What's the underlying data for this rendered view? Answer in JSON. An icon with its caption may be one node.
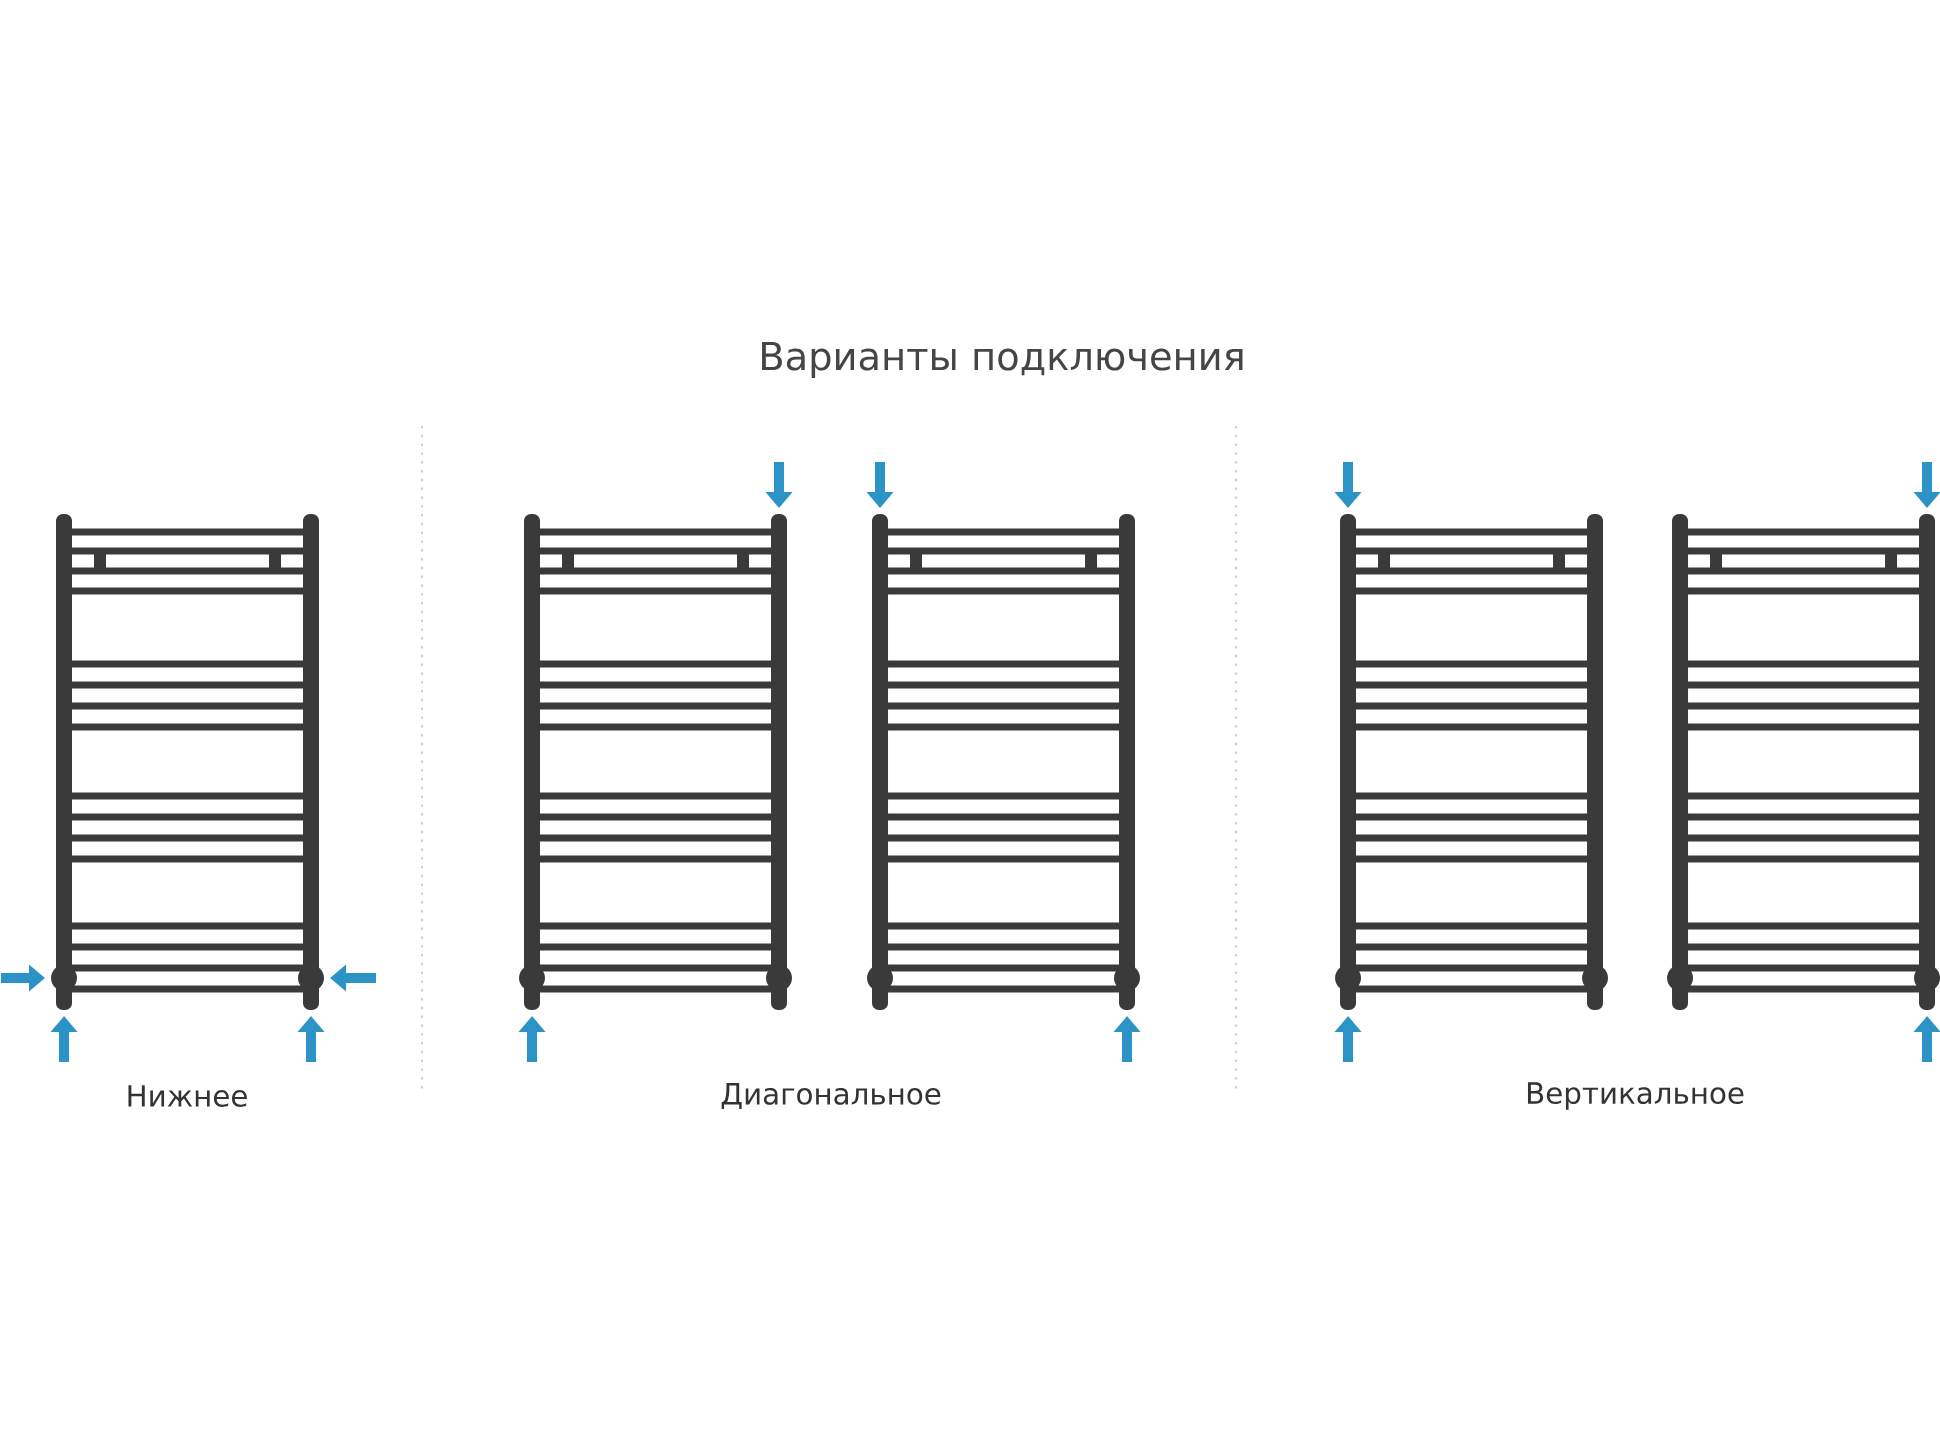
{
  "diagram": {
    "title": "Варианты подключения",
    "nodes": [
      {
        "text": [],
        "shape": "picture"
      },
      {
        "text": [],
        "shape": "picture"
      },
      {
        "text": [],
        "shape": "picture"
      },
      {
        "text": [],
        "shape": "picture"
      },
      {
        "text": [],
        "shape": "picture"
      }
    ],
    "edges": [
      {
        "from": null,
        "to": 0,
        "arrow": "to"
      },
      {
        "from": null,
        "to": 0,
        "arrow": "to"
      },
      {
        "from": null,
        "to": 0,
        "arrow": "to"
      },
      {
        "from": null,
        "to": 0,
        "arrow": "to"
      },
      {
        "from": null,
        "to": 1,
        "arrow": "to"
      },
      {
        "from": null,
        "to": 1,
        "arrow": "to"
      },
      {
        "from": null,
        "to": 2,
        "arrow": "to"
      },
      {
        "from": null,
        "to": 2,
        "arrow": "to"
      },
      {
        "from": null,
        "to": 3,
        "arrow": "to"
      },
      {
        "from": null,
        "to": 3,
        "arrow": "to"
      },
      {
        "from": null,
        "to": 4,
        "arrow": "to"
      },
      {
        "from": null,
        "to": 4,
        "arrow": "to"
      }
    ],
    "labels": [
      "Нижнее",
      "Диагональное",
      "Вертикальное"
    ]
  }
}
